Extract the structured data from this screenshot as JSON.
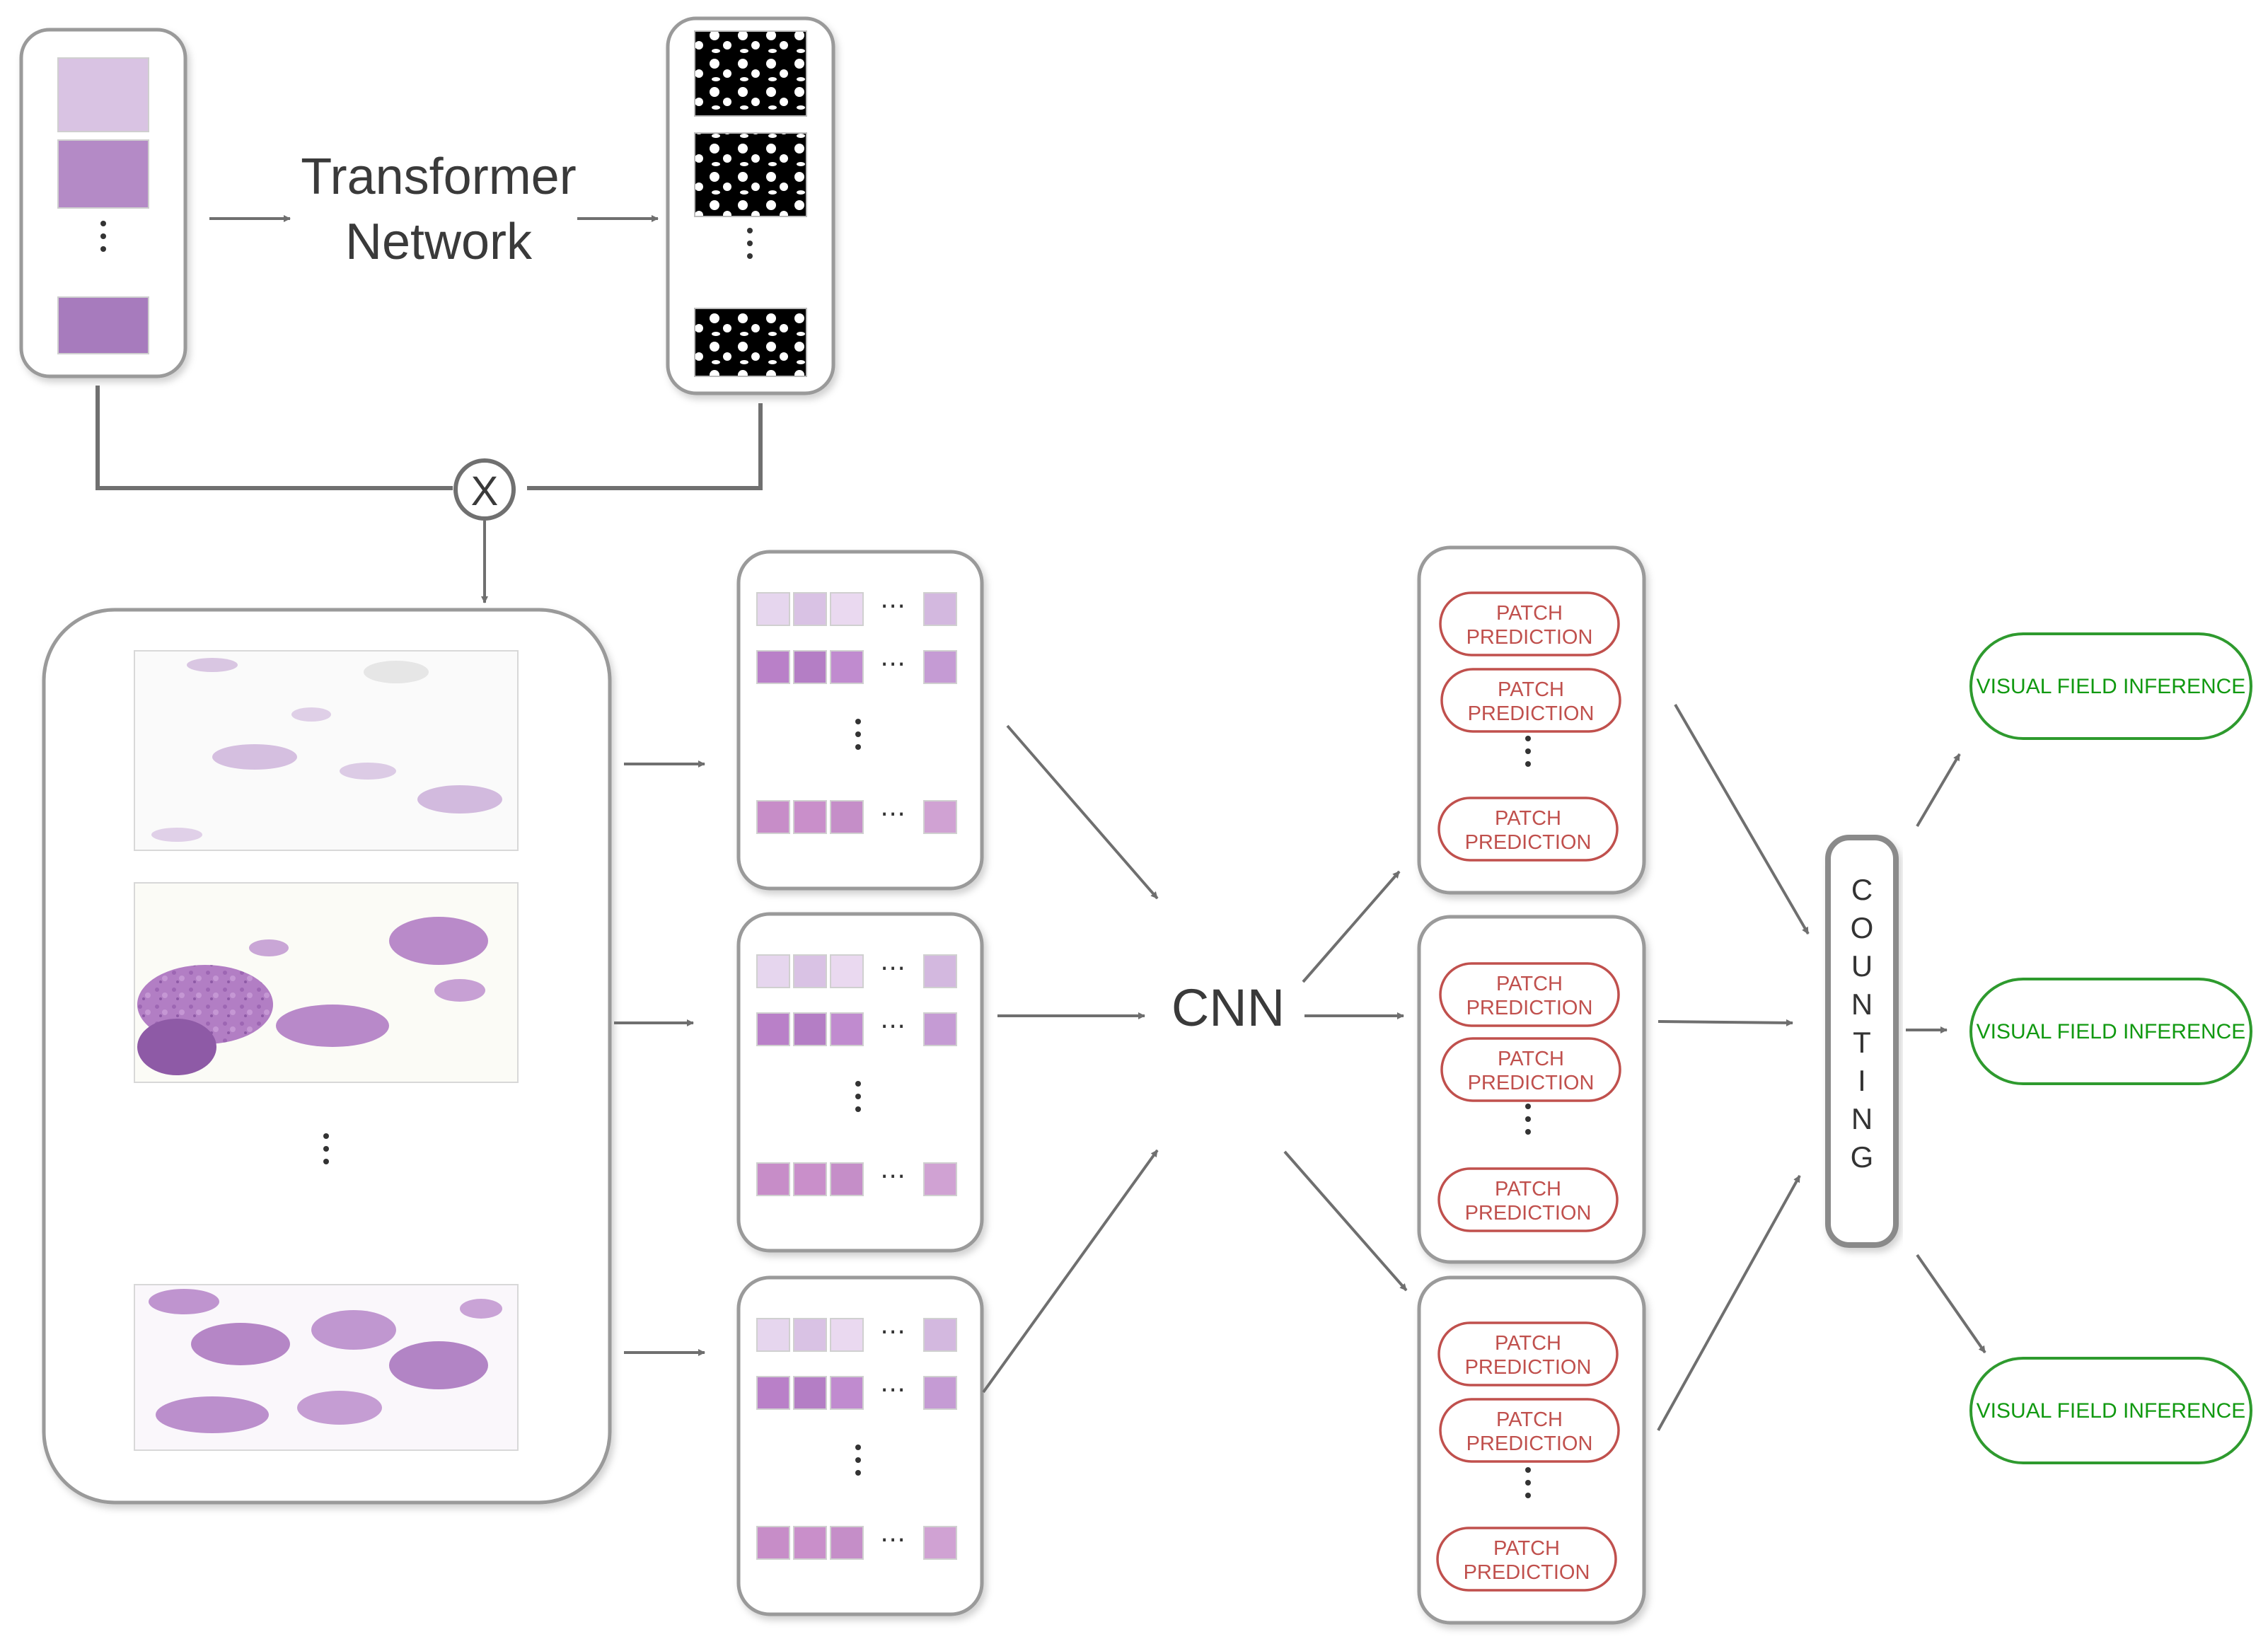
{
  "transformer": {
    "line1": "Transformer",
    "line2": "Network"
  },
  "multiply_symbol": "X",
  "cnn_label": "CNN",
  "counting_letters": [
    "C",
    "O",
    "U",
    "N",
    "T",
    "I",
    "N",
    "G"
  ],
  "patch_prediction": {
    "line1": "PATCH",
    "line2": "PREDICTION"
  },
  "visual_field_inference": "VISUAL FIELD INFERENCE",
  "ellipsis": "⋯",
  "colors": {
    "panel_border": "#9a9a9a",
    "arrow": "#6f6f6f",
    "patch_border": "#c0504d",
    "inference_border": "#2e9a2e",
    "tissue": "#b27ec4",
    "tissue_dark": "#8e5aa6"
  }
}
